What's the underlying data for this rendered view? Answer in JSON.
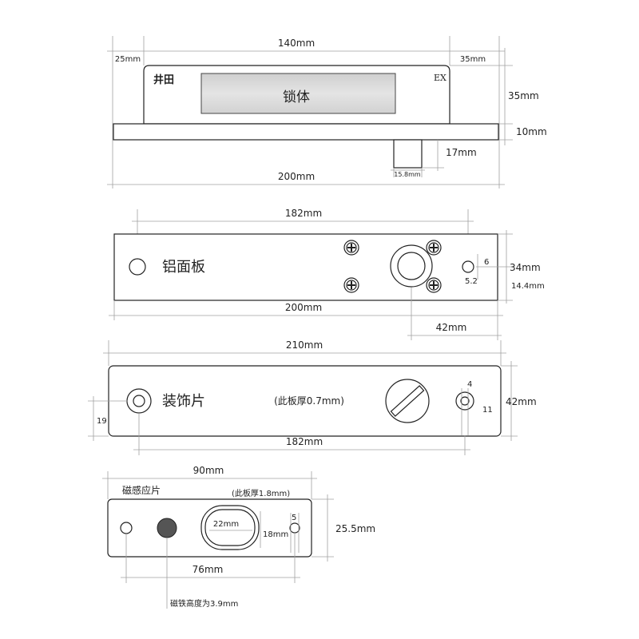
{
  "lock_body": {
    "brand": "井田",
    "model": "EX",
    "label": "锁体",
    "dims": {
      "overall_width": "140mm",
      "left_offset": "25mm",
      "right_offset": "35mm",
      "height": "35mm",
      "plate_thickness": "10mm",
      "bolt_length": "17mm",
      "bolt_width": "15.8mm",
      "plate_length": "200mm"
    }
  },
  "face_plate": {
    "label": "铝面板",
    "dims": {
      "hole_spacing": "182mm",
      "hole_d_outer": "6",
      "hole_d_inner": "5.2",
      "width": "34mm",
      "center_offset": "14.4mm",
      "length": "200mm",
      "bolt_offset": "42mm"
    }
  },
  "decor_plate": {
    "label": "装饰片",
    "note": "(此板厚0.7mm)",
    "dims": {
      "length": "210mm",
      "hole_inner": "4",
      "hole_outer": "11",
      "width": "42mm",
      "hole_edge": "19",
      "hole_spacing": "182mm"
    }
  },
  "magnet_plate": {
    "label": "磁感应片",
    "note": "(此板厚1.8mm)",
    "dims": {
      "length": "90mm",
      "slot_width": "22mm",
      "slot_height": "18mm",
      "hole_d": "5",
      "width": "25.5mm",
      "hole_spacing": "76mm"
    },
    "magnet_note": "磁铁高度为3.9mm"
  },
  "colors": {
    "outline": "#222222",
    "dimension": "#a0a0a0",
    "magnet": "#555555"
  }
}
